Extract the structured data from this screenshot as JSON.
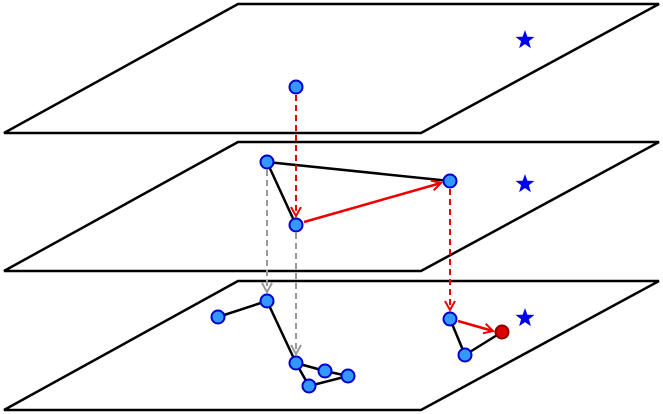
{
  "diagram": {
    "description_visible_text": "",
    "colors": {
      "plane_stroke": "#000000",
      "plane_fill": "#ffffff",
      "node_fill": "#3399ff",
      "node_stroke": "#0000cc",
      "target_node_fill": "#dd0000",
      "target_node_stroke": "#880000",
      "star": "#0000ee",
      "edge": "#000000",
      "search_edge": "#ee0000",
      "drop_edge_active": "#ee0000",
      "drop_edge_inactive": "#999999"
    },
    "icons": {
      "query_target": "star-icon"
    },
    "layers": [
      {
        "level": 2
      },
      {
        "level": 1
      },
      {
        "level": 0
      }
    ]
  }
}
